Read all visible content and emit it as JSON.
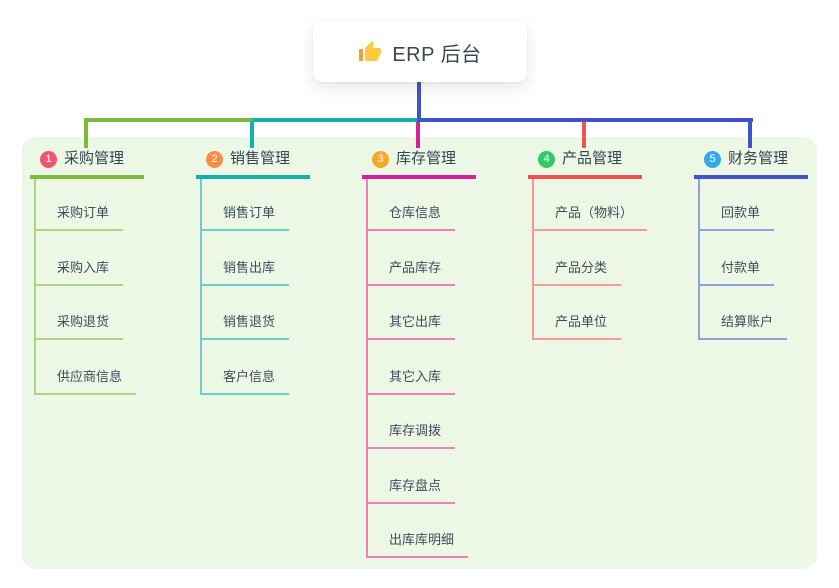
{
  "root": {
    "label": "ERP 后台",
    "icon": "thumbs-up"
  },
  "branches": [
    {
      "num": "1",
      "title": "采购管理",
      "badge_color": "#F2566D",
      "line_color": "#7CB93E",
      "child_line_color": "#A9D584",
      "children": [
        "采购订单",
        "采购入库",
        "采购退货",
        "供应商信息"
      ]
    },
    {
      "num": "2",
      "title": "销售管理",
      "badge_color": "#FB8C44",
      "line_color": "#13B2A8",
      "child_line_color": "#6FCFC8",
      "children": [
        "销售订单",
        "销售出库",
        "销售退货",
        "客户信息"
      ]
    },
    {
      "num": "3",
      "title": "库存管理",
      "badge_color": "#F9A826",
      "line_color": "#D6219C",
      "child_line_color": "#F07EBB",
      "children": [
        "仓库信息",
        "产品库存",
        "其它出库",
        "其它入库",
        "库存调拨",
        "库存盘点",
        "出库库明细"
      ]
    },
    {
      "num": "4",
      "title": "产品管理",
      "badge_color": "#31C969",
      "line_color": "#F05352",
      "child_line_color": "#F59B97",
      "children": [
        "产品（物料）",
        "产品分类",
        "产品单位"
      ]
    },
    {
      "num": "5",
      "title": "财务管理",
      "badge_color": "#35A8EA",
      "line_color": "#4053C8",
      "child_line_color": "#8FA0D8",
      "children": [
        "回款单",
        "付款单",
        "结算账户"
      ]
    }
  ],
  "colors": {
    "panel_bg": "#ECF7E6",
    "root_text": "#3A4655",
    "title_text": "#36454F",
    "child_text": "#3E4E58",
    "icon_yellow": "#FFC83D",
    "root_connector": "#4053C8"
  }
}
